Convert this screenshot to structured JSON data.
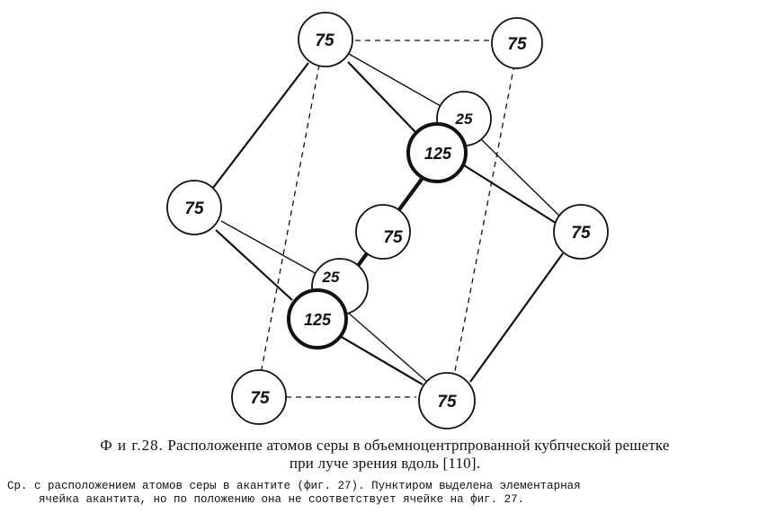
{
  "atoms": [
    {
      "id": "a1",
      "label": "75"
    },
    {
      "id": "a2",
      "label": "75"
    },
    {
      "id": "a3",
      "label": "25"
    },
    {
      "id": "a4",
      "label": "125"
    },
    {
      "id": "a5",
      "label": "75"
    },
    {
      "id": "a6",
      "label": "75"
    },
    {
      "id": "a7",
      "label": "75"
    },
    {
      "id": "a8",
      "label": "25"
    },
    {
      "id": "a9",
      "label": "125"
    },
    {
      "id": "a10",
      "label": "75"
    },
    {
      "id": "a11",
      "label": "75"
    }
  ],
  "caption": {
    "fig_prefix": "Ф и г.28.",
    "line1": "Расположенпе атомов серы в объемноцентрпрованной кубпческой решетке",
    "line2": "при луче зрения вдоль [110].",
    "note_line1": "Ср. с расположением атомов серы в акантите (фиг. 27). Пунктиром выделена элементарная",
    "note_line2": "ячейка акантита, но по положению она не соответствует ячейке на фиг. 27."
  }
}
